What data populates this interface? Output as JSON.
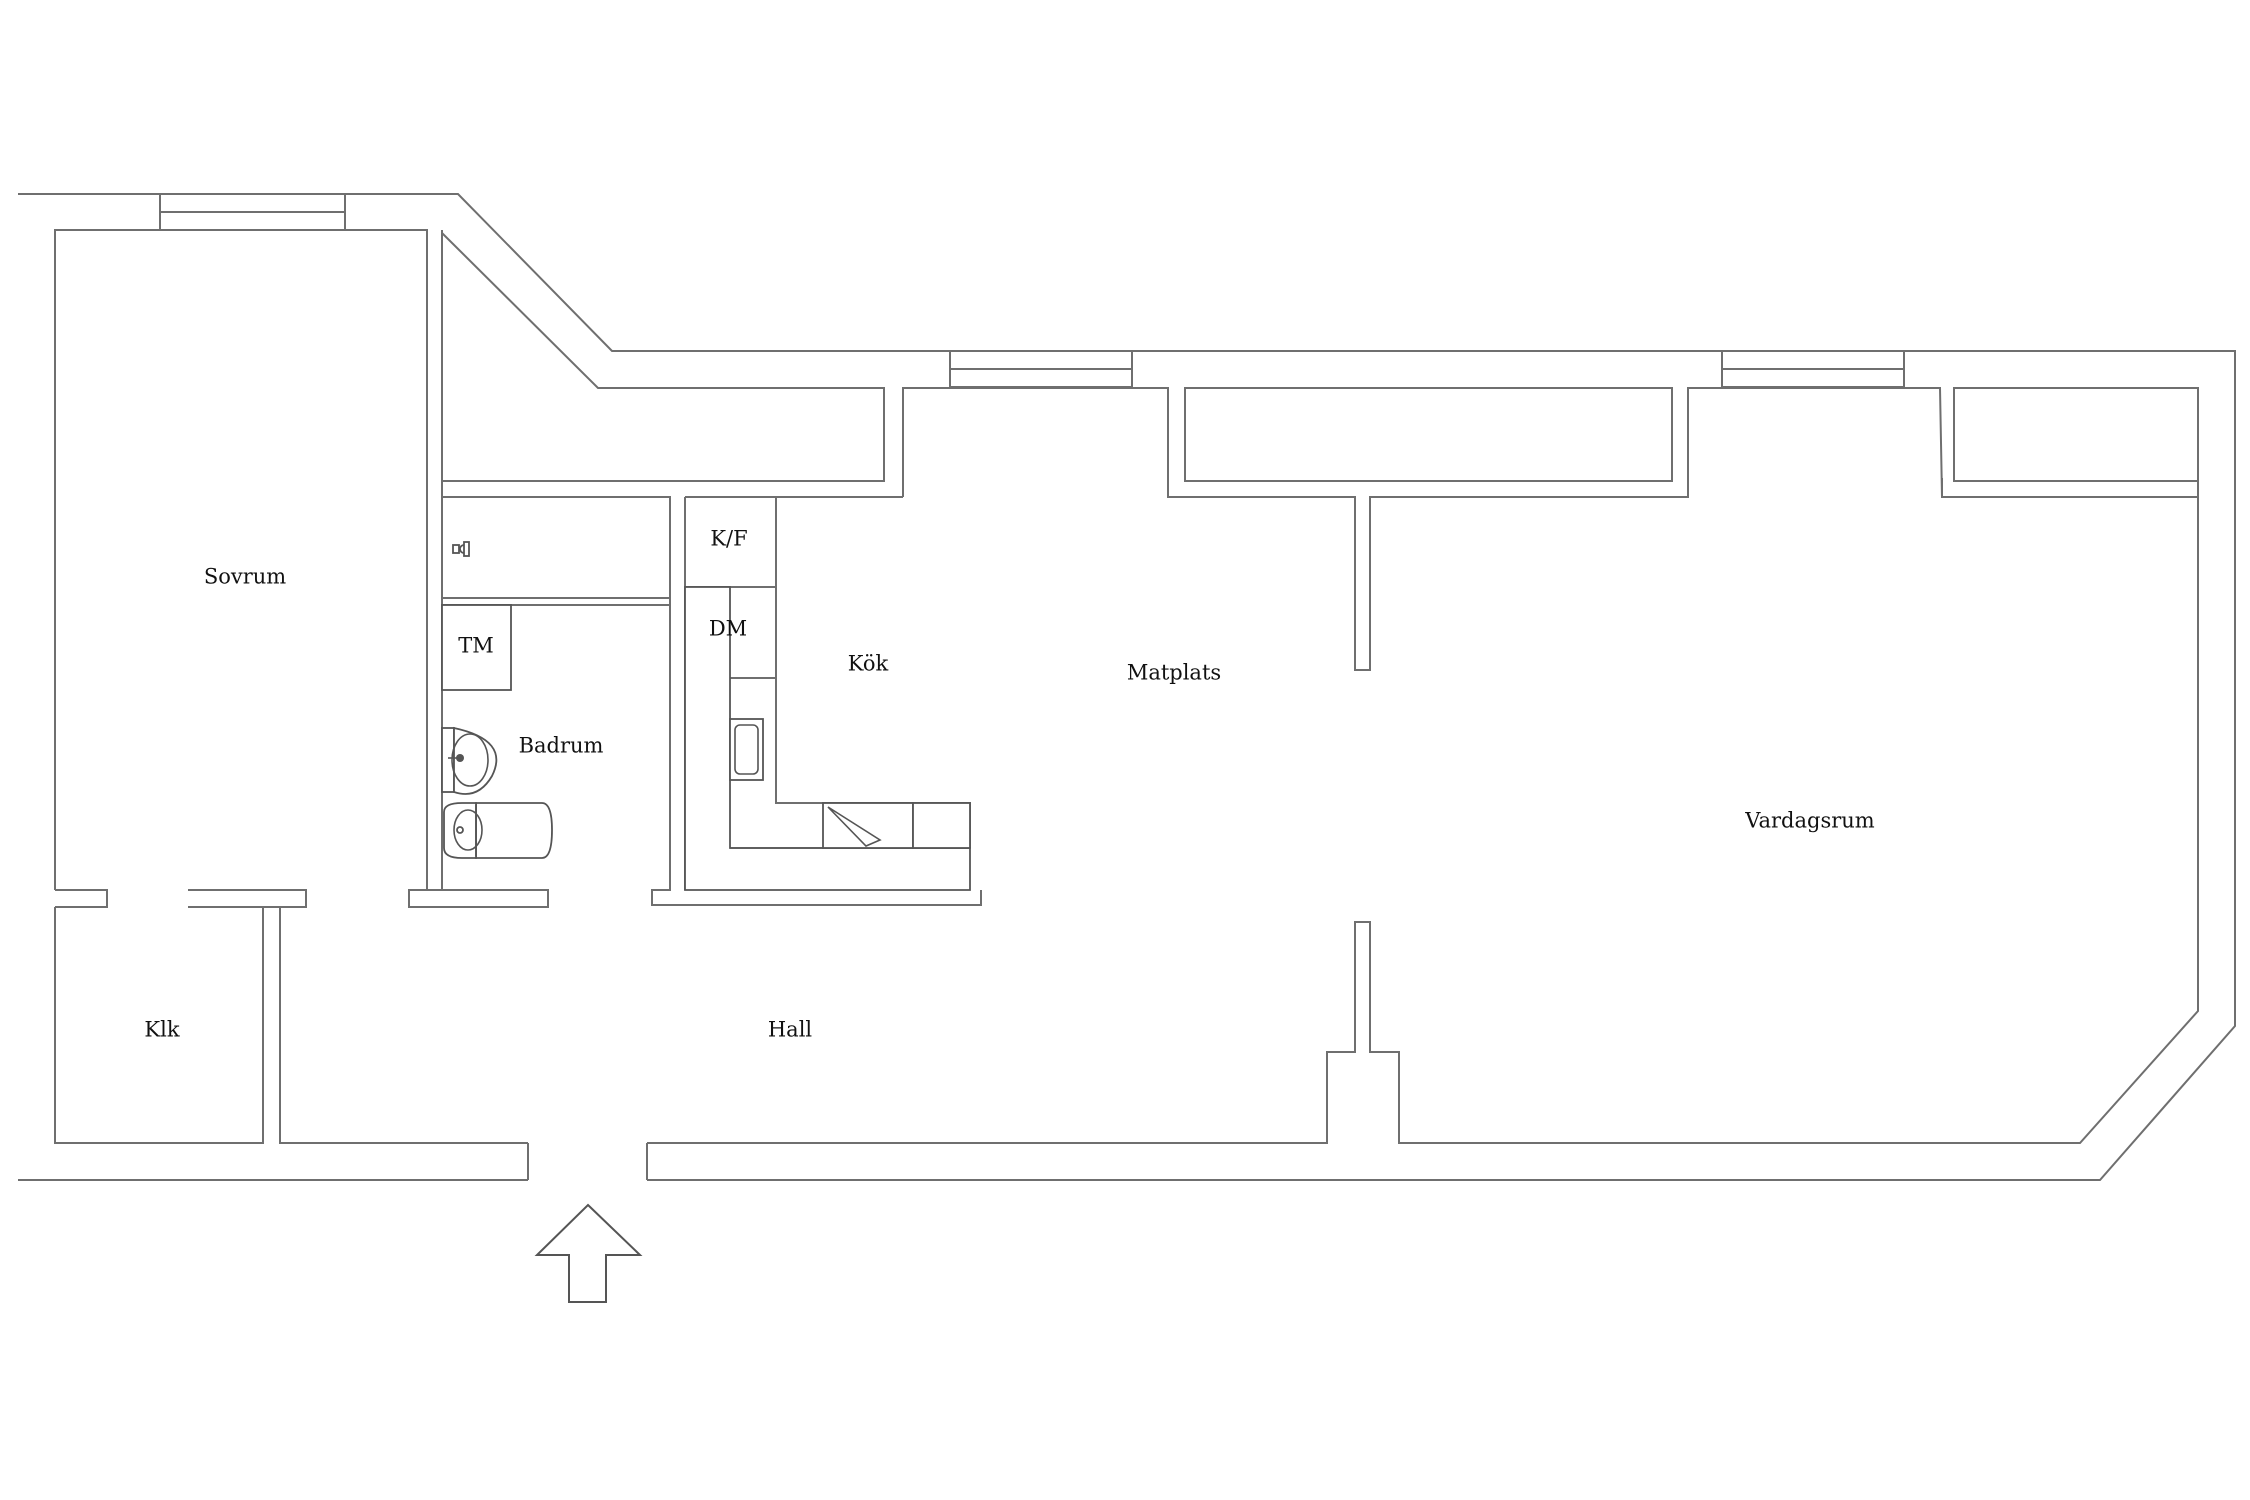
{
  "rooms": {
    "sovrum": "Sovrum",
    "klk": "Klk",
    "tm": "TM",
    "badrum": "Badrum",
    "kf": "K/F",
    "dm": "DM",
    "kok": "Kök",
    "matplats": "Matplats",
    "vardagsrum": "Vardagsrum",
    "hall": "Hall"
  },
  "colors": {
    "wall_stroke": "#6f6f6f",
    "fixture_stroke": "#555555",
    "background": "#ffffff",
    "label_text": "#111111"
  },
  "icons": {
    "entrance": "entrance-arrow-icon",
    "sink": "sink-icon",
    "toilet": "toilet-icon",
    "stove": "stove-icon",
    "faucet": "faucet-icon"
  }
}
